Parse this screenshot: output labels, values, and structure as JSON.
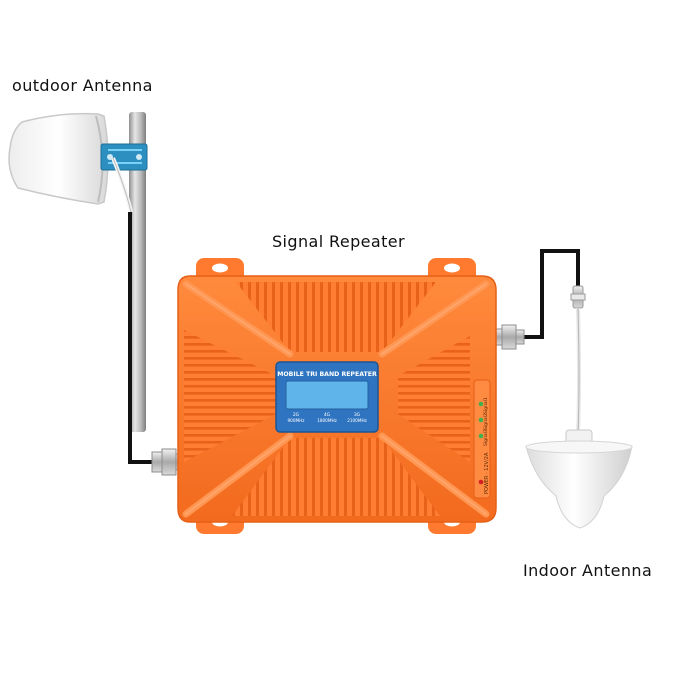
{
  "labels": {
    "outdoor_antenna": "outdoor Antenna",
    "signal_repeater": "Signal Repeater",
    "indoor_antenna": "Indoor Antenna"
  },
  "repeater": {
    "display_title": "MOBILE TRI BAND REPEATER",
    "bands": [
      {
        "name": "2G",
        "freq": "900MHz"
      },
      {
        "name": "4G",
        "freq": "1800MHz"
      },
      {
        "name": "3G",
        "freq": "2100MHz"
      }
    ],
    "side_label": "POWER · 12V/2A",
    "indicators": [
      "Signal1",
      "Signal2",
      "Signal3"
    ]
  },
  "colors": {
    "repeater_body": "#ff7a2e",
    "repeater_shadow": "#e55f17",
    "display_frame": "#2f74c0",
    "display_screen": "#5fb4ea",
    "cable": "#111111",
    "led_green": "#3fb04a",
    "led_red": "#d42020"
  }
}
